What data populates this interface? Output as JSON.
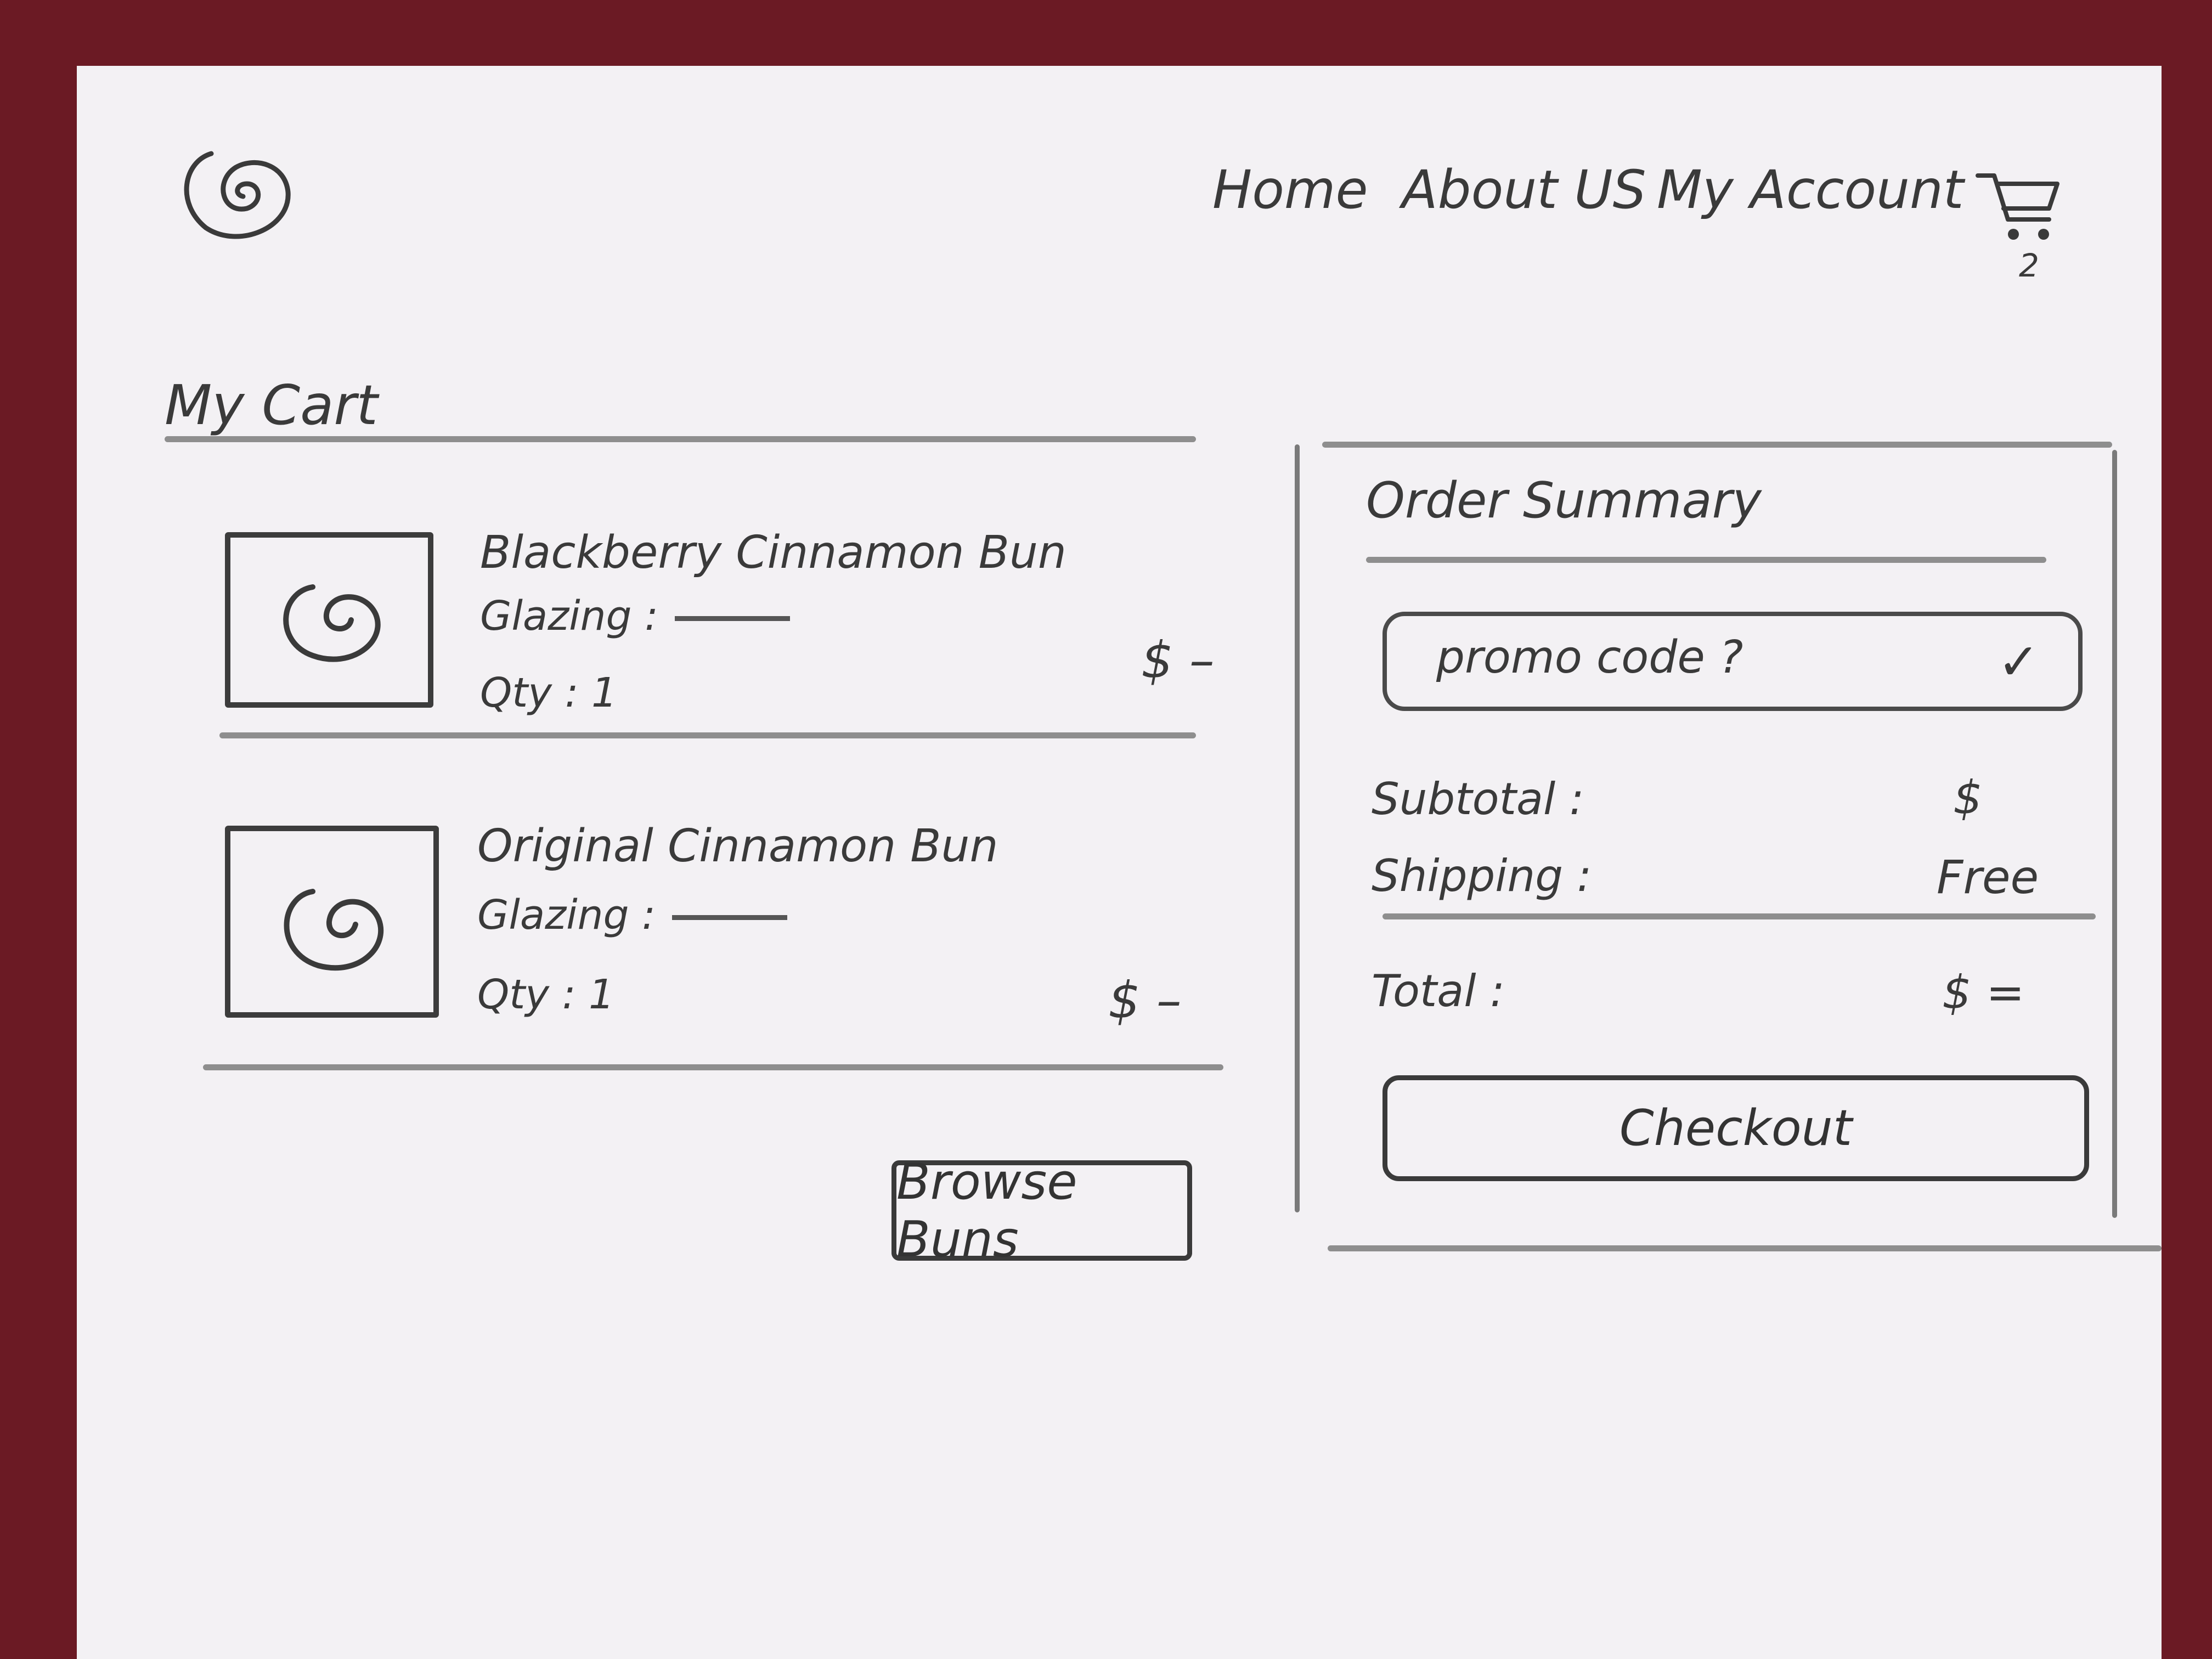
{
  "header": {
    "logo_icon": "cinnamon-roll-swirl-icon",
    "nav": [
      "Home",
      "About US",
      "My Account"
    ],
    "cart_icon": "shopping-cart-icon",
    "cart_count": "2"
  },
  "cart": {
    "title": "My Cart",
    "items": [
      {
        "name": "Blackberry Cinnamon Bun",
        "glazing_label": "Glazing :",
        "qty_label": "Qty : 1",
        "price": "$ –",
        "image_icon": "cinnamon-roll-swirl-icon"
      },
      {
        "name": "Original Cinnamon Bun",
        "glazing_label": "Glazing :",
        "qty_label": "Qty : 1",
        "price": "$ –",
        "image_icon": "cinnamon-roll-swirl-icon"
      }
    ],
    "browse_label": "Browse Buns"
  },
  "summary": {
    "title": "Order Summary",
    "promo_placeholder": "promo code ?",
    "promo_icon": "checkmark-icon",
    "subtotal_label": "Subtotal :",
    "subtotal_value": "$",
    "shipping_label": "Shipping :",
    "shipping_value": "Free",
    "total_label": "Total :",
    "total_value": "$ =",
    "checkout_label": "Checkout"
  }
}
